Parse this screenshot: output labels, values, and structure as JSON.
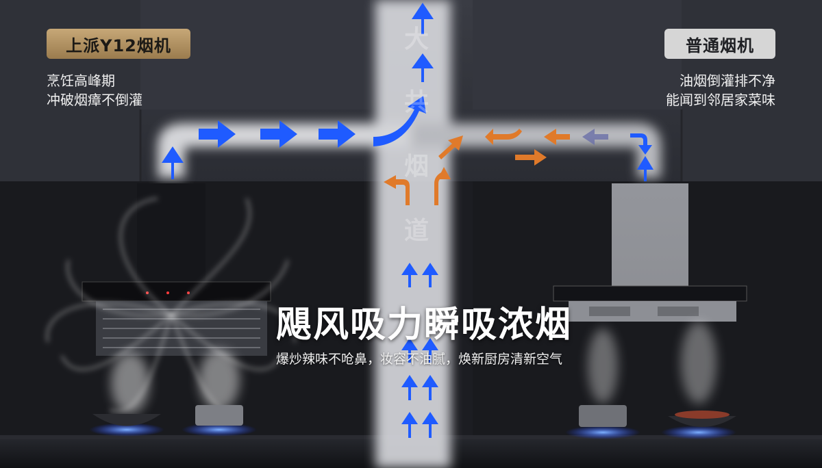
{
  "left_panel": {
    "badge_label": "上派Y12烟机",
    "description": [
      "烹饪高峰期",
      "冲破烟瘴不倒灌"
    ]
  },
  "right_panel": {
    "badge_label": "普通烟机",
    "description": [
      "油烟倒灌排不净",
      "能闻到邻居家菜味"
    ]
  },
  "duct_label": [
    "大",
    "共",
    "烟",
    "道"
  ],
  "headline": "飓风吸力瞬吸浓烟",
  "subline": "爆炒辣味不呛鼻，妆容不油腻，焕新厨房清新空气",
  "colors": {
    "gold_badge": "#b8976a",
    "gray_badge": "#d6d6d6",
    "blue_arrow": "#1f5bff",
    "orange_arrow": "#e07a2a"
  }
}
